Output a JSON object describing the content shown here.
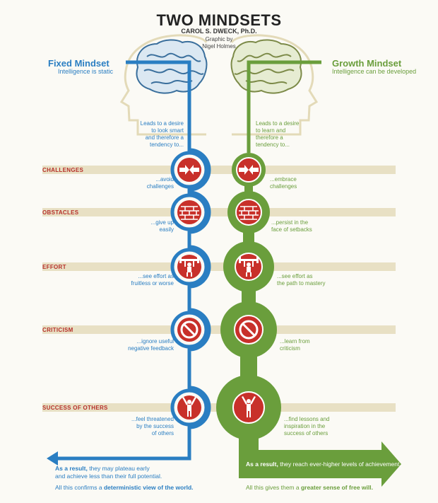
{
  "header": {
    "title": "TWO MINDSETS",
    "author": "CAROL S. DWECK, Ph.D.",
    "credit": "Graphic by\nNigel Holmes"
  },
  "fixed": {
    "title": "Fixed Mindset",
    "subtitle": "Intelligence is static",
    "intro": "Leads to a desire\nto look smart\nand therefore a\ntendency to...",
    "result_lead": "As a result,",
    "result_line1": " they may plateau early",
    "result_line2": "and achieve less than their full potential.",
    "confirm_lead": "All this confirms a ",
    "confirm_bold": "deterministic view of the world."
  },
  "growth": {
    "title": "Growth Mindset",
    "subtitle": "Intelligence can be developed",
    "intro": "Leads to a desire\nto learn and\ntherefore a\ntendency to...",
    "result_lead": "As a result,",
    "result_rest": " they reach ever-higher levels of achievement.",
    "confirm_lead": "All this gives them a ",
    "confirm_bold": "greater sense of free will."
  },
  "rows": [
    {
      "category": "CHALLENGES",
      "icon": "arrows-collide-icon",
      "fixed": "...avoid\nchallenges",
      "growth": "...embrace\nchallenges"
    },
    {
      "category": "OBSTACLES",
      "icon": "brick-wall-icon",
      "fixed": "...give up\neasily",
      "growth": "...persist in the\nface of setbacks"
    },
    {
      "category": "EFFORT",
      "icon": "weightlifter-icon",
      "fixed": "...see effort as\nfruitless or worse",
      "growth": "...see effort as\nthe path to mastery"
    },
    {
      "category": "CRITICISM",
      "icon": "no-sign-icon",
      "fixed": "...ignore useful\nnegative feedback",
      "growth": "...learn from\ncriticism"
    },
    {
      "category": "SUCCESS OF OTHERS",
      "icon": "cheering-person-icon",
      "fixed": "...feel threatened\nby the success\nof others",
      "growth": "...find lessons and\ninspiration in the\nsuccess of others"
    }
  ],
  "colors": {
    "fixed": "#2a7ec2",
    "growth": "#6a9e3c",
    "red": "#c8302a",
    "band": "#e8e0c4"
  }
}
